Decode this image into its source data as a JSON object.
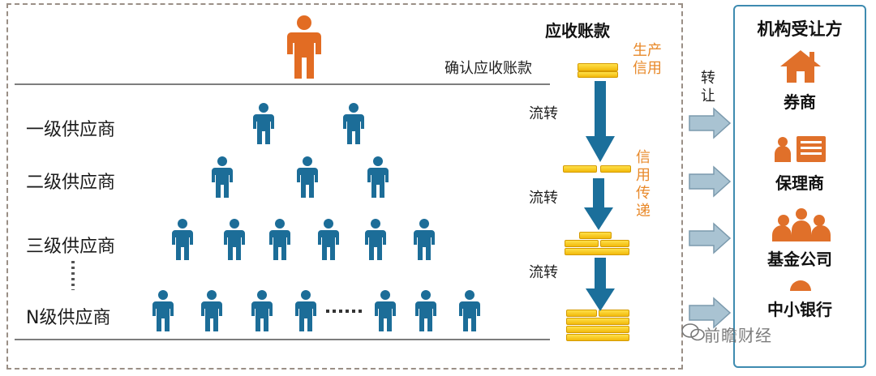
{
  "receivables": {
    "title": "应收账款",
    "confirm_label": "确认应收账款",
    "production_credit": "生产信用",
    "credit_transfer": "信用传递",
    "flow_labels": [
      "流转",
      "流转",
      "流转"
    ]
  },
  "transfer_label": "转让",
  "tiers": [
    {
      "label": "一级供应商"
    },
    {
      "label": "二级供应商"
    },
    {
      "label": "三级供应商"
    },
    {
      "label": "N级供应商"
    }
  ],
  "institutions": {
    "title": "机构受让方",
    "items": [
      {
        "label": "券商",
        "icon": "house-icon"
      },
      {
        "label": "保理商",
        "icon": "document-icon"
      },
      {
        "label": "基金公司",
        "icon": "group-icon"
      },
      {
        "label": "中小银行",
        "icon": "bank-icon"
      }
    ]
  },
  "watermark": "前瞻财经",
  "colors": {
    "core_person": "#e26c23",
    "supplier_person": "#1c6d98",
    "flow_arrow": "#1b6f9b",
    "coin": "#f5c518",
    "institution_icon": "#e0702a",
    "transfer_arrow": "#9fb9c9"
  }
}
